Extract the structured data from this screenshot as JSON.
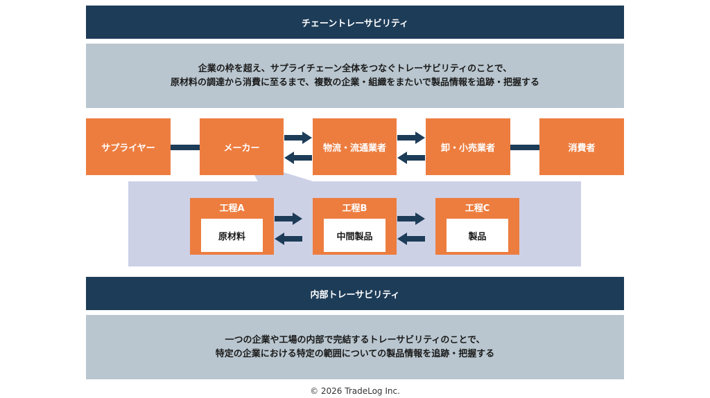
{
  "chain": {
    "title": "チェーントレーサビリティ",
    "desc": [
      "企業の枠を超え、サプライチェーン全体をつなぐトレーサビリティのことで、",
      "原材料の調達から消費に至るまで、複数の企業・組織をまたいで製品情報を追跡・把握する"
    ]
  },
  "actors": [
    "サプライヤー",
    "メーカー",
    "物流・流通業者",
    "卸・小売業者",
    "消費者"
  ],
  "processes": [
    {
      "title": "工程A",
      "item": "原材料"
    },
    {
      "title": "工程B",
      "item": "中間製品"
    },
    {
      "title": "工程C",
      "item": "製品"
    }
  ],
  "internal": {
    "title": "内部トレーサビリティ",
    "desc": [
      "一つの企業や工場の内部で完結するトレーサビリティのことで、",
      "特定の企業における特定の範囲についての製品情報を追跡・把握する"
    ]
  },
  "footer": "© 2026 TradeLog Inc.",
  "colors": {
    "navy": "#1d3c58",
    "orange": "#ed7d3f",
    "gray": "#b9c6cf",
    "lavender": "#cdd1e6"
  }
}
